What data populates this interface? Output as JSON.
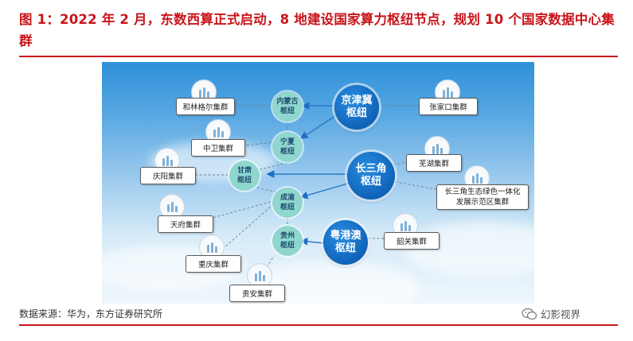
{
  "title": "图 1：2022 年 2 月，东数西算正式启动，8 地建设国家算力枢纽节点，规划 10 个国家数据中心集群",
  "source": "数据来源：华为，东方证券研究所",
  "watermark": "幻影视界",
  "hubs": {
    "jingjinji": "京津冀\n枢纽",
    "changsanjiao": "长三角\n枢纽",
    "yuegangao": "粤港澳\n枢纽"
  },
  "nodes": {
    "neimenggu": "内蒙古\n枢纽",
    "ningxia": "宁夏\n枢纽",
    "gansu": "甘肃\n枢纽",
    "chengyu": "成渝\n枢纽",
    "guizhou": "贵州\n枢纽"
  },
  "clusters": {
    "helingeer": "和林格尔集群",
    "zhangjiakou": "张家口集群",
    "zhongwei": "中卫集群",
    "qingyang": "庆阳集群",
    "wuhu": "芜湖集群",
    "changsanjiao_demo_1": "长三角生态绿色一体化",
    "changsanjiao_demo_2": "发展示范区集群",
    "tianfu": "天府集群",
    "shaoguan": "韶关集群",
    "chongqing": "重庆集群",
    "guian": "贵安集群"
  },
  "colors": {
    "title_red": "#c8151b",
    "hub_blue": "#0f63b9",
    "node_teal": "#8fd6cf",
    "arrow_blue": "#1f6fc5"
  }
}
